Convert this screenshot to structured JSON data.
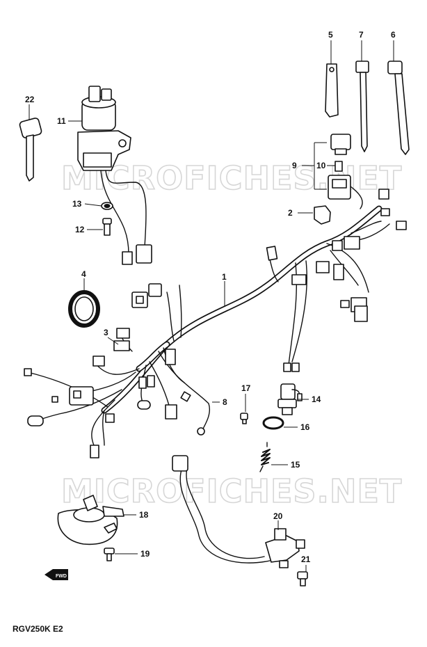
{
  "watermark": "MICROFICHES.NET",
  "model_code": "RGV250K E2",
  "front_marker": "FWD",
  "callouts": {
    "c1": "1",
    "c2": "2",
    "c3": "3",
    "c4": "4",
    "c5": "5",
    "c6": "6",
    "c7": "7",
    "c8": "8",
    "c9": "9",
    "c10": "10",
    "c11": "11",
    "c12": "12",
    "c13": "13",
    "c14": "14",
    "c15": "15",
    "c16": "16",
    "c17": "17",
    "c18": "18",
    "c19": "19",
    "c20": "20",
    "c21": "21",
    "c22": "22"
  }
}
